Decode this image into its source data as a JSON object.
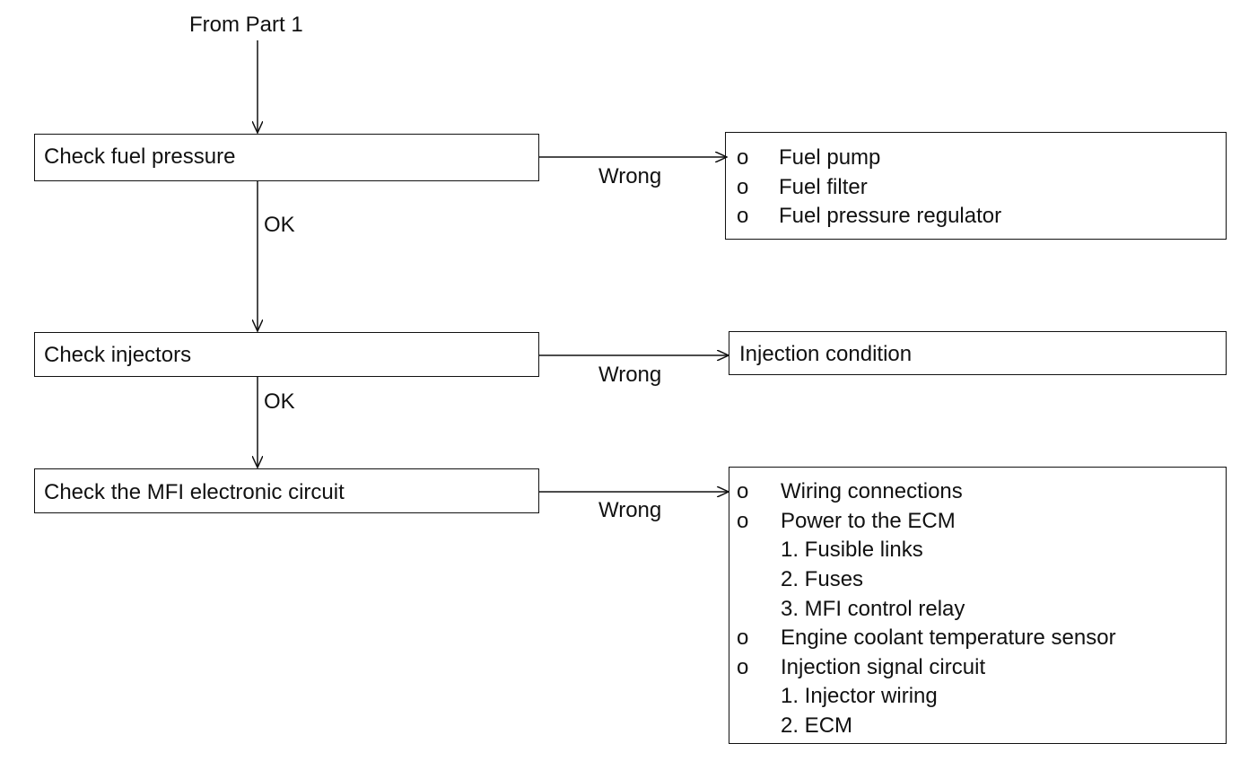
{
  "from_label": "From Part 1",
  "steps": [
    {
      "label": "Check fuel pressure",
      "wrong_label": "Wrong"
    },
    {
      "label": "Check injectors",
      "wrong_label": "Wrong"
    },
    {
      "label": "Check the MFI electronic circuit",
      "wrong_label": "Wrong"
    }
  ],
  "ok_labels": [
    "OK",
    "OK"
  ],
  "results": {
    "fuel_pressure": {
      "bullet": "o",
      "items": [
        "Fuel pump",
        "Fuel filter",
        "Fuel pressure regulator"
      ]
    },
    "injectors": {
      "text": "Injection condition"
    },
    "mfi_circuit": {
      "bullet": "o",
      "items": [
        "Wiring connections",
        "Power to the ECM",
        "Engine coolant temperature sensor",
        "Injection signal circuit"
      ],
      "power_subitems": [
        "1. Fusible links",
        "2. Fuses",
        "3. MFI control relay"
      ],
      "signal_subitems": [
        "1. Injector wiring",
        "2. ECM"
      ]
    }
  }
}
